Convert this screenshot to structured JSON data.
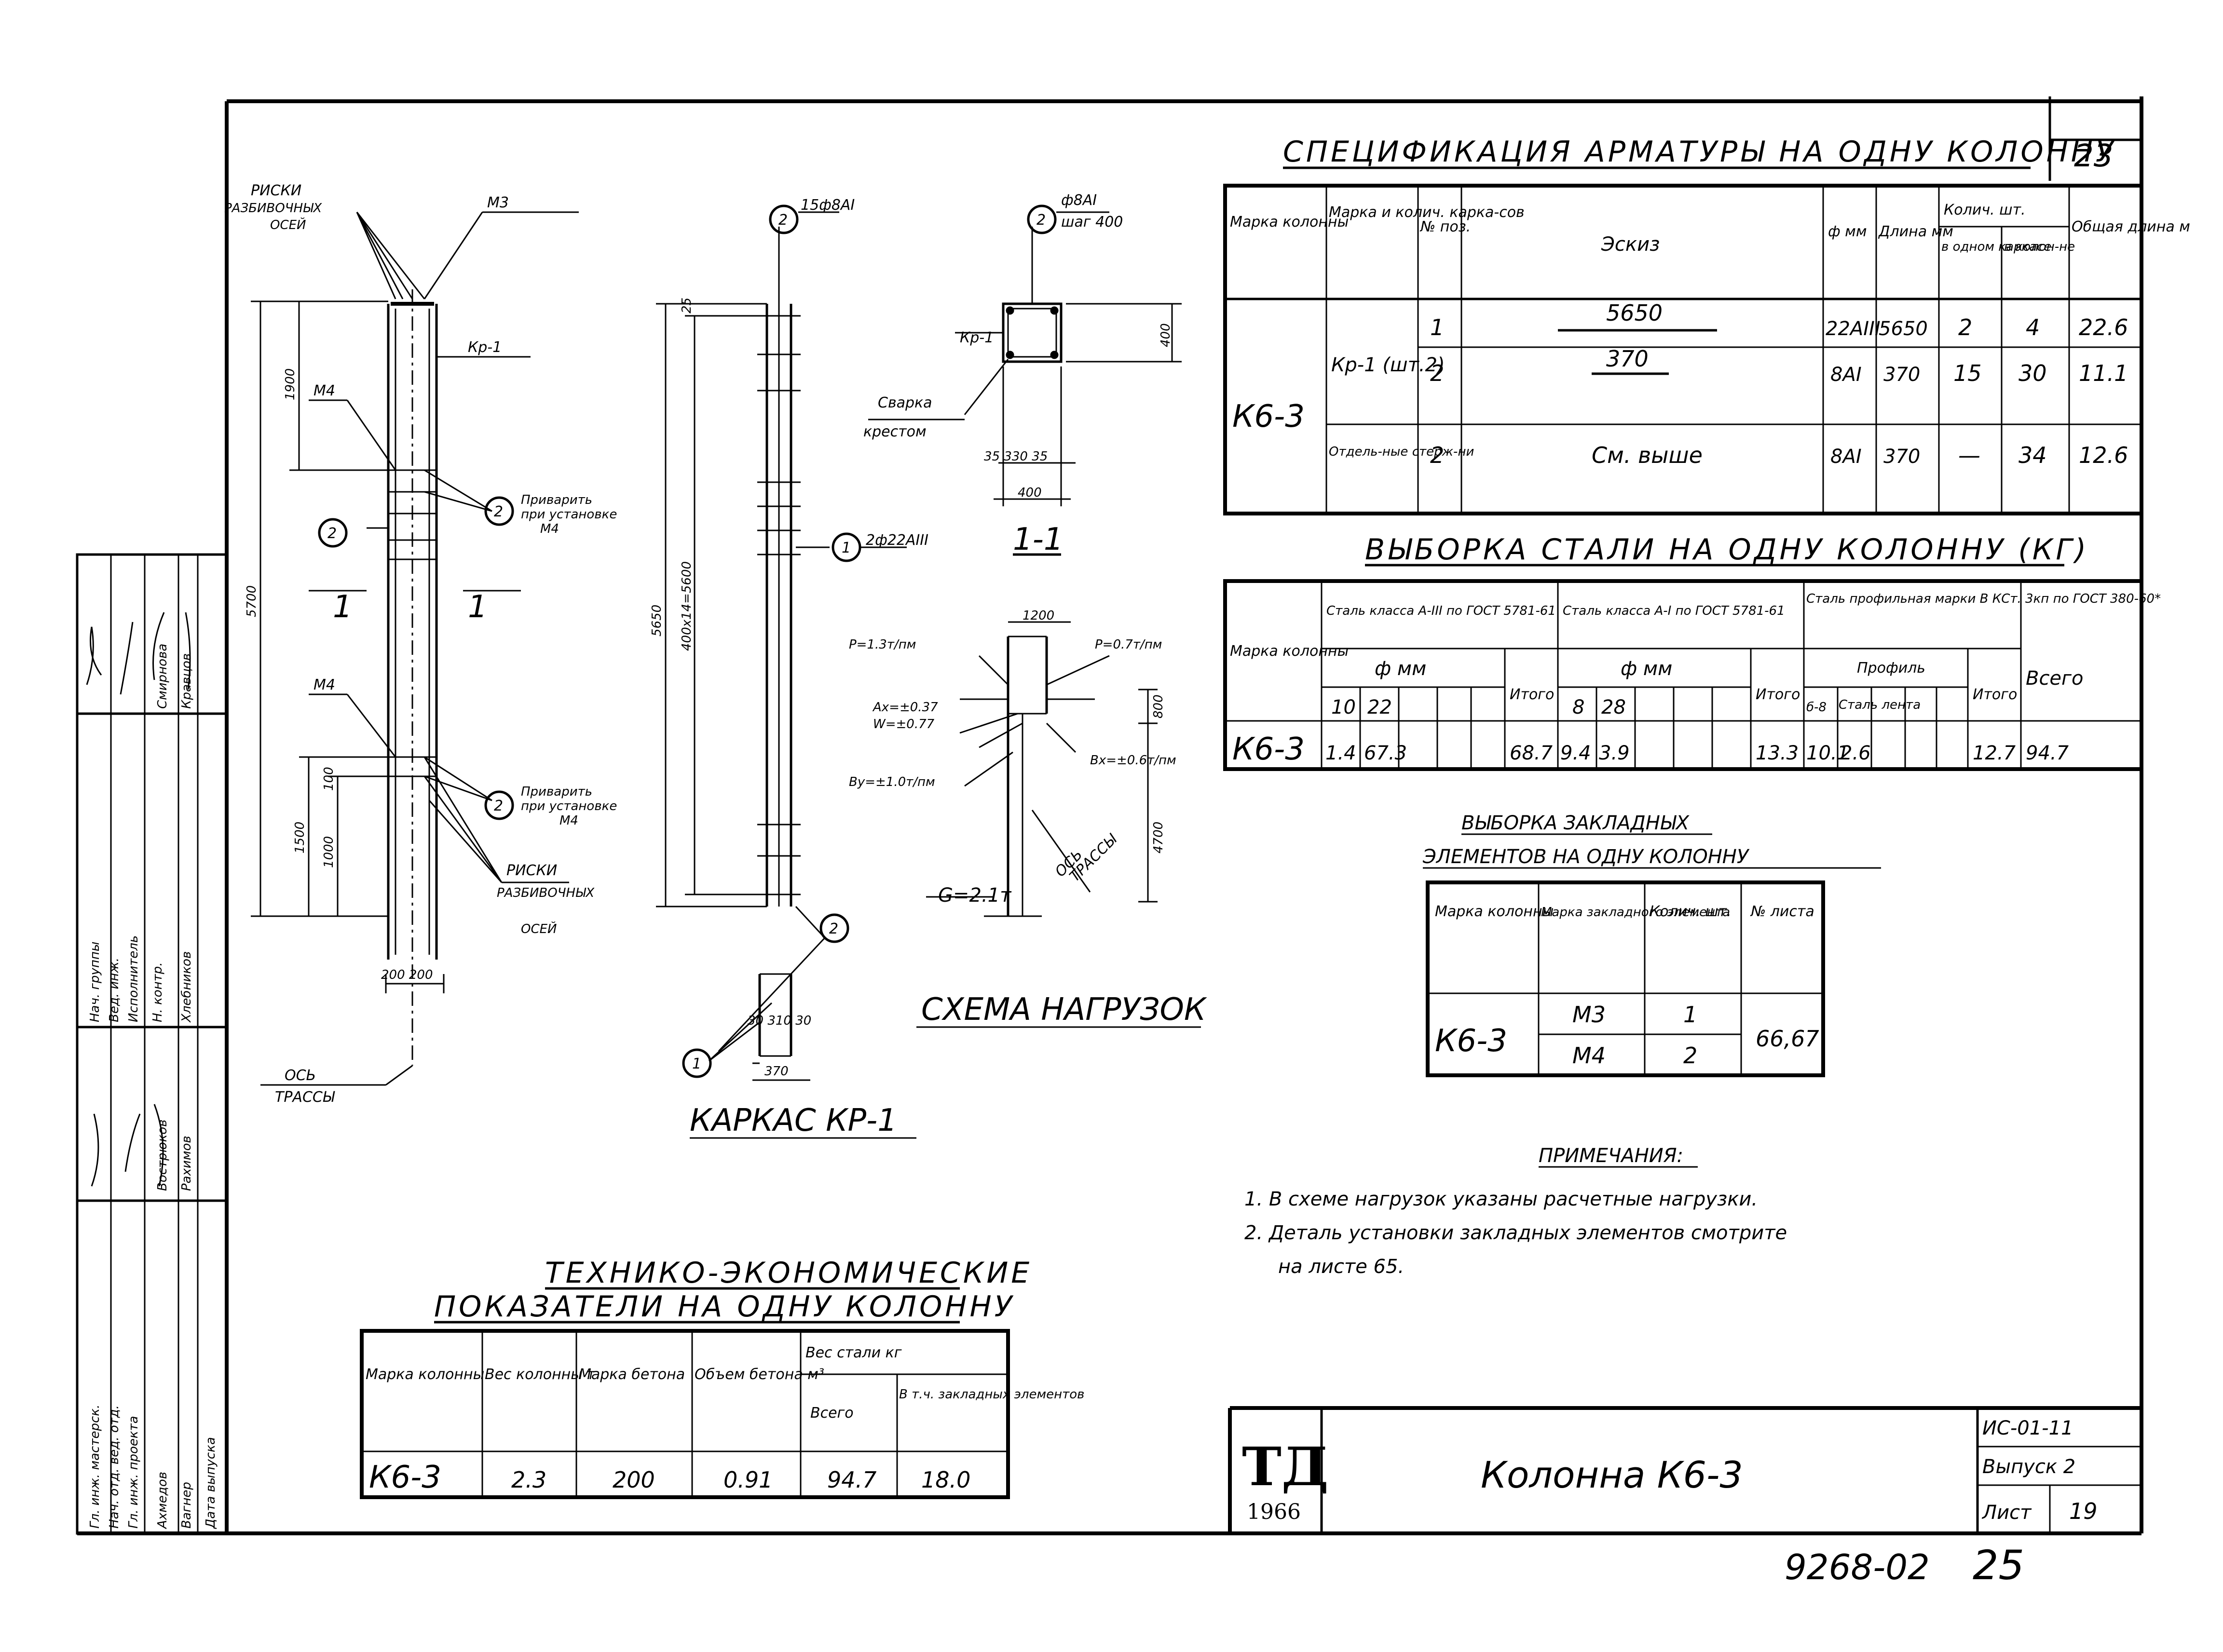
{
  "sheet_number_top": "23",
  "spec": {
    "title": "СПЕЦИФИКАЦИЯ АРМАТУРЫ НА ОДНУ КОЛОННУ",
    "headers": {
      "mark": "Марка колонны",
      "frame": "Марка и колич. карка-сов",
      "pos": "№ поз.",
      "sketch": "Эскиз",
      "dia": "ф мм",
      "length": "Длина мм",
      "qty": "Колич. шт.",
      "qty_frame": "в одном каркасе",
      "qty_total": "в колон-не",
      "total_len": "Общая длина м"
    },
    "mark_value": "К6-3",
    "rows": [
      {
        "frame": "Кр-1 (шт.2)",
        "pos": "1",
        "sketch": "5650",
        "dia": "22АIII",
        "length": "5650",
        "qty_frame": "2",
        "qty_total": "4",
        "total": "22.6"
      },
      {
        "frame": "",
        "pos": "2",
        "sketch": "370",
        "dia": "8AI",
        "length": "370",
        "qty_frame": "15",
        "qty_total": "30",
        "total": "11.1"
      },
      {
        "frame": "Отдель-ные стерж-ни",
        "pos": "2",
        "sketch": "См. выше",
        "dia": "8AI",
        "length": "370",
        "qty_frame": "—",
        "qty_total": "34",
        "total": "12.6"
      }
    ]
  },
  "steel": {
    "title": "ВЫБОРКА СТАЛИ НА ОДНУ КОЛОННУ (КГ)",
    "headers": {
      "mark": "Марка колонны",
      "a3": "Сталь класса А-III по ГОСТ 5781-61",
      "a1": "Сталь класса А-I по ГОСТ 5781-61",
      "prof": "Сталь профильная марки В КСт. 3кп по ГОСТ 380-60*",
      "total": "Всего",
      "dia": "ф мм",
      "itogo": "Итого",
      "profile": "Профиль",
      "prof1": "б-8",
      "prof2": "Сталь лента"
    },
    "cols_a3": [
      "10",
      "22"
    ],
    "cols_a1": [
      "8",
      "28"
    ],
    "row": {
      "mark": "К6-3",
      "a3_10": "1.4",
      "a3_22": "67.3",
      "a3_itogo": "68.7",
      "a1_8": "9.4",
      "a1_28": "3.9",
      "a1_itogo": "13.3",
      "p1": "10.1",
      "p2": "2.6",
      "p_itogo": "12.7",
      "total": "94.7"
    }
  },
  "embedded": {
    "title_1": "ВЫБОРКА ЗАКЛАДНЫХ",
    "title_2": "ЭЛЕМЕНТОВ НА ОДНУ КОЛОННУ",
    "headers": {
      "mark": "Марка колонны",
      "elem": "Марка закладного элемента",
      "qty": "Колич. шт.",
      "sheet": "№ листа"
    },
    "mark": "К6-3",
    "rows": [
      {
        "elem": "М3",
        "qty": "1"
      },
      {
        "elem": "М4",
        "qty": "2"
      }
    ],
    "sheet": "66,67"
  },
  "notes": {
    "title": "ПРИМЕЧАНИЯ:",
    "items": [
      "1. В схеме нагрузок указаны расчетные нагрузки.",
      "2. Деталь установки закладных элементов смотрите",
      "на листе 65."
    ]
  },
  "tech": {
    "title_1": "ТЕХНИКО-ЭКОНОМИЧЕСКИЕ",
    "title_2": "ПОКАЗАТЕЛИ НА ОДНУ КОЛОННУ",
    "headers": {
      "mark": "Марка колонны",
      "weight": "Вес колонны т",
      "concrete": "Марка бетона",
      "volume": "Объем бетона м³",
      "steel": "Вес стали кг",
      "all": "Всего",
      "emb": "В т.ч. закладных элементов"
    },
    "row": {
      "mark": "К6-3",
      "weight": "2.3",
      "concrete": "200",
      "volume": "0.91",
      "all": "94.7",
      "emb": "18.0"
    }
  },
  "titleblock": {
    "logo": "ТД",
    "year": "1966",
    "name": "Колонна К6-3",
    "series": "ИС-01-11",
    "issue": "Выпуск 2",
    "sheet_label": "Лист",
    "sheet_no": "19"
  },
  "stamp": "9268-02",
  "stamp_page": "25",
  "drawings": {
    "column": {
      "risks_top_1": "РИСКИ",
      "risks_top_2": "РАЗБИВОЧНЫХ",
      "risks_top_3": "ОСЕЙ",
      "m3": "М3",
      "kr1": "Кр-1",
      "m4_a": "М4",
      "m4_b": "М4",
      "weld_a_1": "Приварить",
      "weld_a_2": "при установке",
      "weld_a_3": "М4",
      "weld_b_1": "Приварить",
      "weld_b_2": "при установке",
      "weld_b_3": "М4",
      "risks_bot_1": "РИСКИ",
      "risks_bot_2": "РАЗБИВОЧНЫХ",
      "risks_bot_3": "ОСЕЙ",
      "pos2": "2",
      "pos2b": "2",
      "pos2c": "2",
      "sec_l": "1",
      "sec_r": "1",
      "dim_5700": "5700",
      "dim_1900": "1900",
      "dim_1500": "1500",
      "dim_1000": "1000",
      "dim_100": "100",
      "dim_bottom": "200 200",
      "axis_1": "ОСЬ",
      "axis_2": "ТРАССЫ"
    },
    "frame": {
      "title": "КАРКАС КР-1",
      "pos1": "1",
      "pos2": "2",
      "pos2_top": "2",
      "pos2_top_label": "15ф8AI",
      "pos1_label": "2ф22AIII",
      "dim_5650": "5650",
      "dim_400": "400х14=5600",
      "dim_25": "25",
      "pos1_bot": "1",
      "pos2_bot": "2",
      "bot_dim": "30 310 30",
      "bot_370": "370"
    },
    "section": {
      "title": "1-1",
      "pos2": "2",
      "pos2_label_1": "ф8AI",
      "pos2_label_2": "шаг 400",
      "kr1": "Кр-1",
      "weld_1": "Сварка",
      "weld_2": "крестом",
      "dim_33": "35 330 35",
      "dim_400": "400",
      "dim_400v": "400"
    },
    "loads": {
      "title": "СХЕМА НАГРУЗОК",
      "p1": "P=1.3т/пм",
      "p2": "P=0.7т/пм",
      "dim_1200": "1200",
      "ax": "Ax=±0.37",
      "w": "W=±0.77",
      "bx": "Bx=±0.6т/пм",
      "by": "By=±1.0т/пм",
      "g": "G=2.1т",
      "dim_800": "800",
      "dim_4700": "4700",
      "axis_1": "ОСЬ",
      "axis_2": "ТРАССЫ"
    }
  },
  "sidebar": {
    "roles": [
      "Гл. инж. мастерск.",
      "Нач. отд. вед. отд.",
      "Гл. инж. проекта",
      "Нач. группы",
      "Вед. инж.",
      "Исполнитель",
      "Н. контр."
    ],
    "names": [
      "Ахмедов",
      "Вагнер",
      "Вострюков",
      "Рахимов",
      "Хлебников",
      "Смирнова",
      "Кравцов"
    ],
    "date_label": "Дата выпуска"
  }
}
